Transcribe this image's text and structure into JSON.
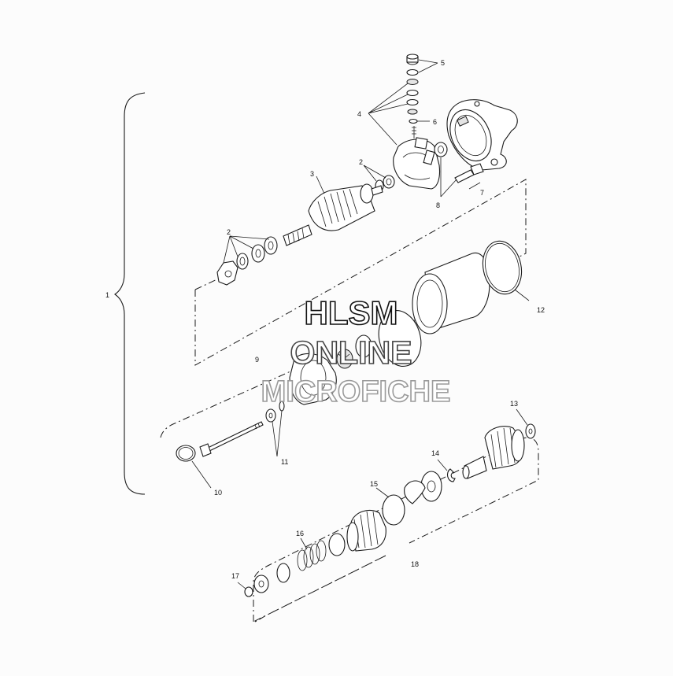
{
  "callouts": {
    "c1": "1",
    "c2a": "2",
    "c2b": "2",
    "c3": "3",
    "c4": "4",
    "c5": "5",
    "c6": "6",
    "c7": "7",
    "c8": "8",
    "c9": "9",
    "c10": "10",
    "c11": "11",
    "c12": "12",
    "c13": "13",
    "c14": "14",
    "c15": "15",
    "c16": "16",
    "c17": "17",
    "c18": "18"
  },
  "watermark": {
    "line1": "HLSM",
    "line2": "ONLINE",
    "line3": "MICROFICHE"
  }
}
